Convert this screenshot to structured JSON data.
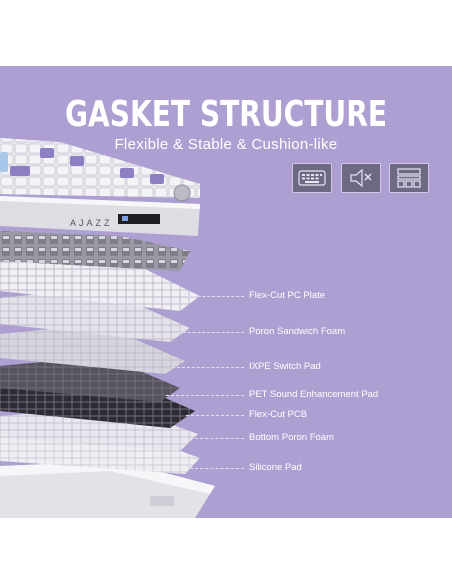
{
  "header": {
    "title": "GASKET STRUCTURE",
    "subtitle": "Flexible & Stable & Cushion-like"
  },
  "keyboard": {
    "brand": "AJAZZ"
  },
  "feature_icons": [
    {
      "name": "keyboard-icon"
    },
    {
      "name": "mute-speaker-icon"
    },
    {
      "name": "layered-structure-icon"
    }
  ],
  "layers": [
    {
      "label": "Flex-Cut PC Plate"
    },
    {
      "label": "Poron Sandwich Foam"
    },
    {
      "label": "IXPE Switch Pad"
    },
    {
      "label": "PET Sound Enhancement Pad"
    },
    {
      "label": "Flex-Cut PCB"
    },
    {
      "label": "Bottom Poron Foam"
    },
    {
      "label": "Silicone Pad"
    }
  ],
  "colors": {
    "background": "#ad9fd1",
    "accent_keys": "#8d7fc2",
    "text": "#ffffff"
  }
}
